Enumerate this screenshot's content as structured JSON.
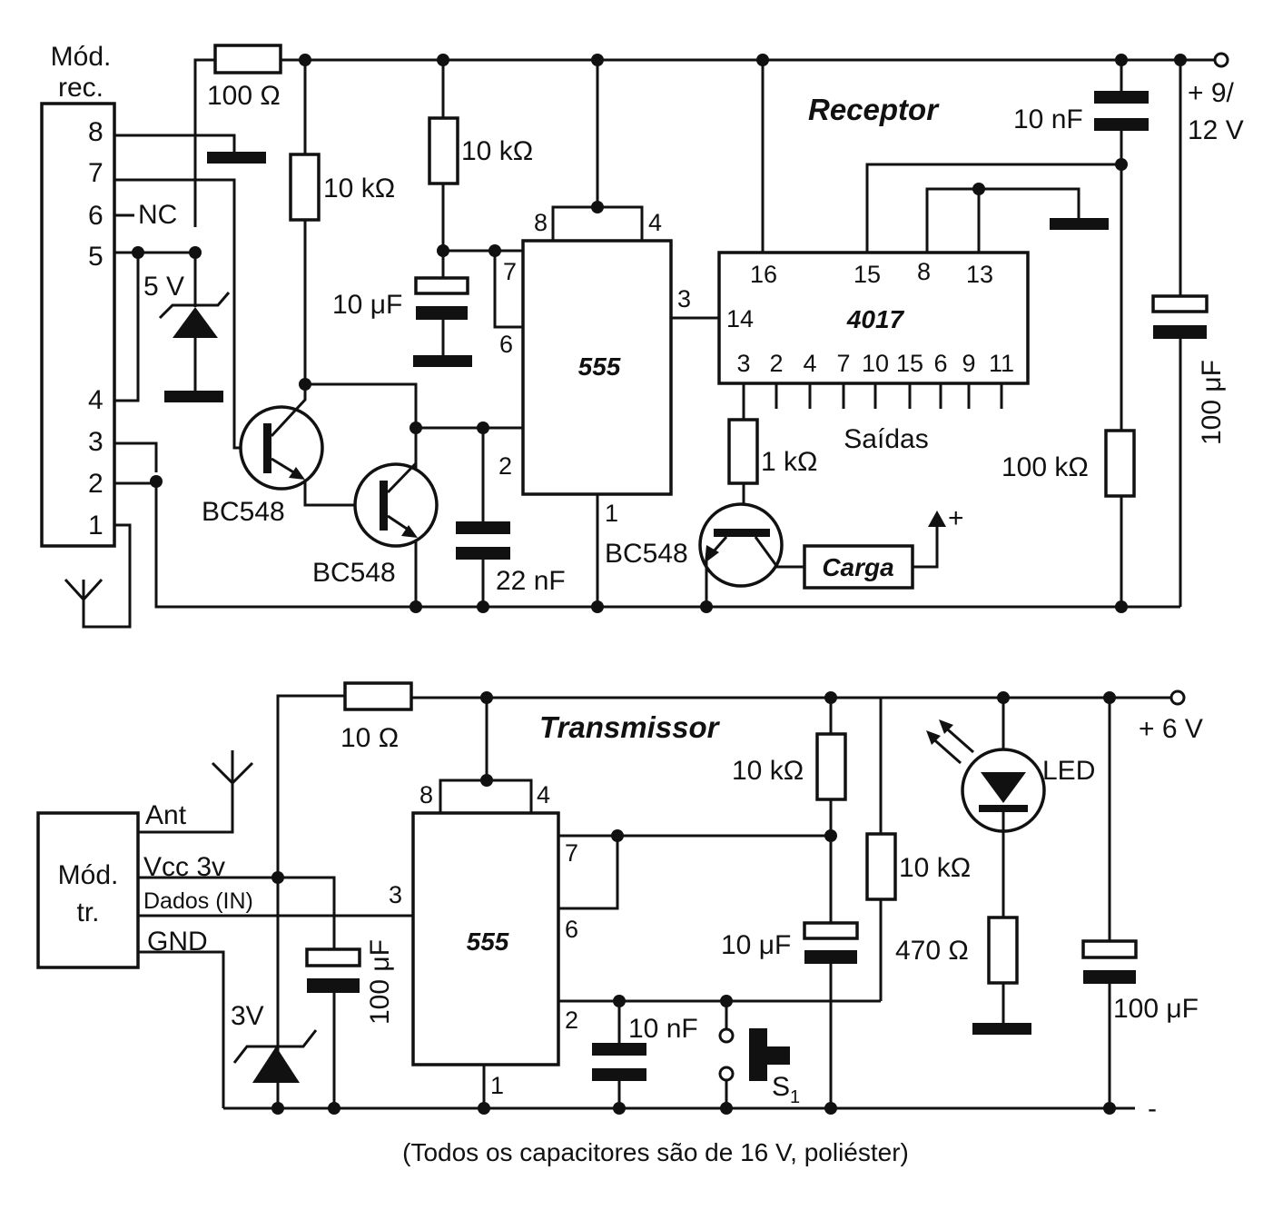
{
  "receiver": {
    "title": "Receptor",
    "module": {
      "line1": "Mód.",
      "line2": "rec.",
      "pins": [
        "8",
        "7",
        "6",
        "5",
        "4",
        "3",
        "2",
        "1"
      ],
      "nc": "NC"
    },
    "zener": "5 V",
    "r_in": "100 Ω",
    "r_bias": "10 kΩ",
    "r_timing": "10 kΩ",
    "c_timing": "10 μF",
    "c_trigger": "22 nF",
    "c_supply_small": "10 nF",
    "c_supply_big": "100 μF",
    "r_reset": "100 kΩ",
    "r_base": "1 kΩ",
    "q1": "BC548",
    "q2": "BC548",
    "q3": "BC548",
    "chip_555": "555",
    "chip_555_pins": {
      "p8": "8",
      "p4": "4",
      "p7": "7",
      "p6": "6",
      "p3": "3",
      "p2": "2",
      "p1": "1"
    },
    "chip_4017": "4017",
    "chip_4017_top": {
      "p16": "16",
      "p15": "15",
      "p8": "8",
      "p13": "13"
    },
    "chip_4017_clk": "14",
    "chip_4017_outputs": [
      "3",
      "2",
      "4",
      "7",
      "10",
      "15",
      "6",
      "9",
      "11"
    ],
    "outputs_label": "Saídas",
    "load": "Carga",
    "load_plus": "+",
    "supply_line1": "+ 9/",
    "supply_line2": "12 V"
  },
  "transmitter": {
    "title": "Transmissor",
    "module": {
      "line1": "Mód.",
      "line2": "tr.",
      "ant": "Ant",
      "vcc": "Vcc 3v",
      "data": "Dados (IN)",
      "gnd": "GND"
    },
    "r_in": "10 Ω",
    "zener": "3V",
    "c_module": "100 μF",
    "chip_555": "555",
    "chip_555_pins": {
      "p8": "8",
      "p4": "4",
      "p7": "7",
      "p6": "6",
      "p3": "3",
      "p2": "2",
      "p1": "1"
    },
    "r_timing1": "10 kΩ",
    "r_timing2": "10 kΩ",
    "c_timing": "10 μF",
    "c_trigger": "10 nF",
    "switch": "S",
    "switch_sub": "1",
    "led": "LED",
    "r_led": "470 Ω",
    "c_supply": "100 μF",
    "supply": "+ 6 V",
    "supply_minus": "-"
  },
  "footnote": "(Todos os capacitores são de 16 V, poliéster)"
}
